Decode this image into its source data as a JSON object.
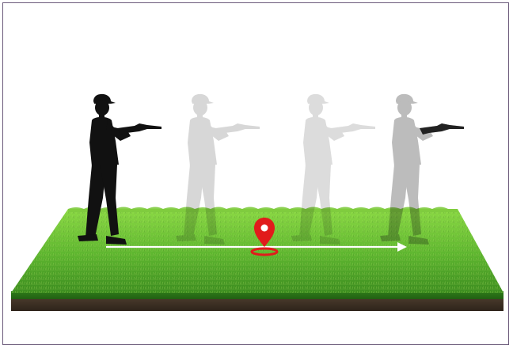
{
  "scene": {
    "figures": [
      {
        "role": "shooter",
        "opacity": 1.0
      },
      {
        "role": "ghost",
        "opacity": 0.32
      },
      {
        "role": "ghost",
        "opacity": 0.22
      },
      {
        "role": "ghost",
        "opacity": 0.42
      }
    ],
    "colors": {
      "frame": "#6b5a7a",
      "grass_light": "#7fcf3a",
      "grass_mid": "#4fa82a",
      "grass_dark": "#2f7d1a",
      "soil": "#4a3a2c",
      "soil_dark": "#2e241b",
      "marker": "#e11b1b",
      "arrow": "#ffffff",
      "silhouette": "#111111"
    },
    "icons": [
      "location-pin-icon",
      "arrow-right-icon"
    ]
  }
}
